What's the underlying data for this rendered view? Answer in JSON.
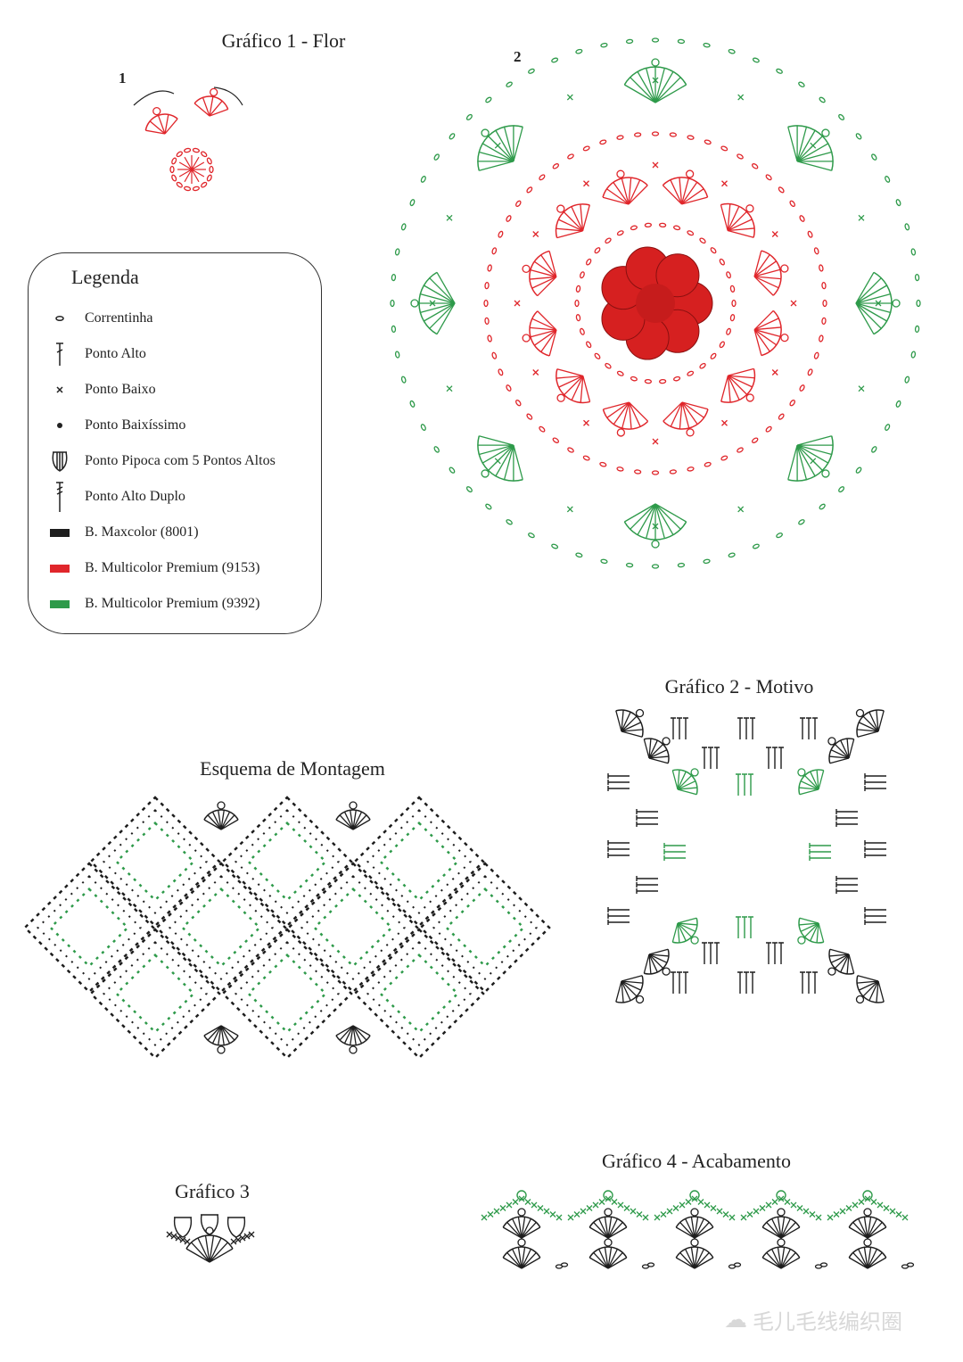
{
  "titles": {
    "chart1": "Gráfico 1 - Flor",
    "chart2": "Gráfico 2 - Motivo",
    "assembly": "Esquema de Montagem",
    "chart3": "Gráfico 3",
    "chart4": "Gráfico 4 - Acabamento"
  },
  "round_numbers": [
    "1",
    "2"
  ],
  "legend": {
    "title": "Legenda",
    "items": [
      {
        "icon": "chain-icon",
        "label": "Correntinha"
      },
      {
        "icon": "double-crochet-icon",
        "label": "Ponto Alto"
      },
      {
        "icon": "single-crochet-icon",
        "label": "Ponto Baixo"
      },
      {
        "icon": "slip-stitch-icon",
        "label": "Ponto Baixíssimo"
      },
      {
        "icon": "popcorn-icon",
        "label": "Ponto Pipoca com 5 Pontos Altos"
      },
      {
        "icon": "treble-crochet-icon",
        "label": "Ponto Alto Duplo"
      },
      {
        "icon": "swatch-black",
        "label": "B. Maxcolor (8001)",
        "color": "#1e1e1e"
      },
      {
        "icon": "swatch-red",
        "label": "B. Multicolor Premium (9153)",
        "color": "#e0262b"
      },
      {
        "icon": "swatch-green",
        "label": "B. Multicolor Premium (9392)",
        "color": "#2e9a4a"
      }
    ]
  },
  "colors": {
    "black": "#1e1e1e",
    "red": "#e0262b",
    "green": "#2e9a4a"
  },
  "watermark": "毛儿毛线编织圈"
}
